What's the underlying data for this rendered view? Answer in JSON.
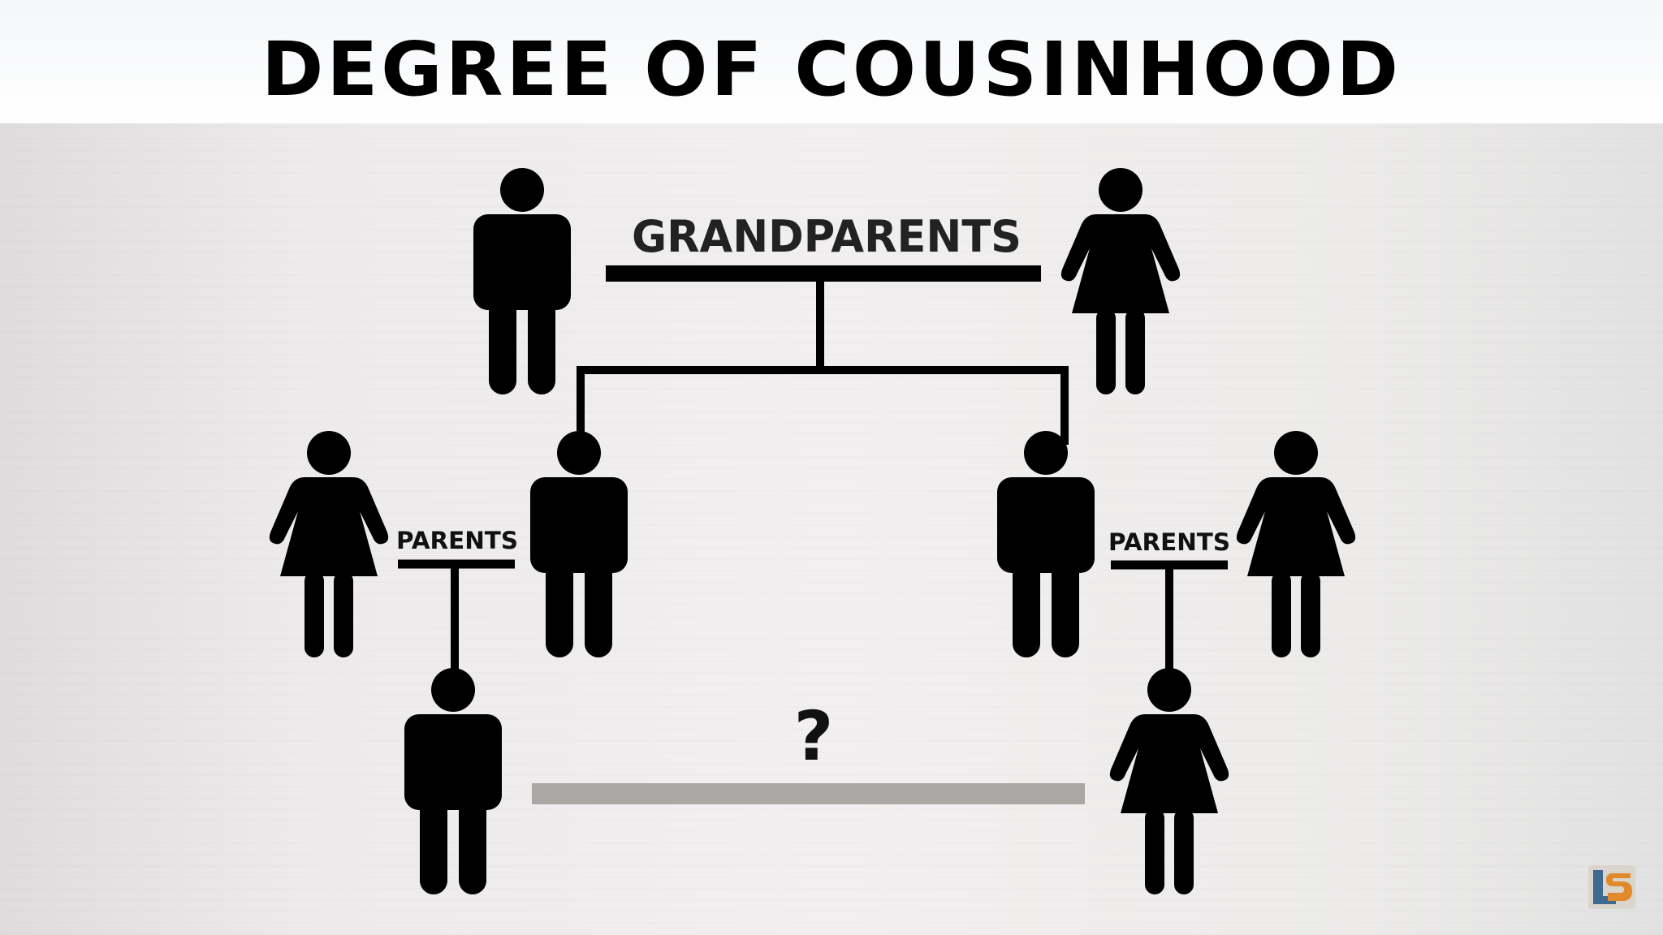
{
  "title": "DEGREE OF COUSINHOOD",
  "labels": {
    "grandparents": "GRANDPARENTS",
    "parents_left": "PARENTS",
    "parents_right": "PARENTS",
    "question": "?"
  },
  "figures": [
    {
      "role": "grandfather",
      "gender": "male"
    },
    {
      "role": "grandmother",
      "gender": "female"
    },
    {
      "role": "mother-left",
      "gender": "female"
    },
    {
      "role": "father-left",
      "gender": "male"
    },
    {
      "role": "father-right",
      "gender": "male"
    },
    {
      "role": "mother-right",
      "gender": "female"
    },
    {
      "role": "child-left",
      "gender": "male"
    },
    {
      "role": "child-right",
      "gender": "female"
    }
  ],
  "colors": {
    "ink": "#000000",
    "relation_bar": "#aaa7a5",
    "background": "#efeded"
  },
  "icons": [
    "male-figure-icon",
    "female-figure-icon",
    "ls-logo-icon"
  ]
}
